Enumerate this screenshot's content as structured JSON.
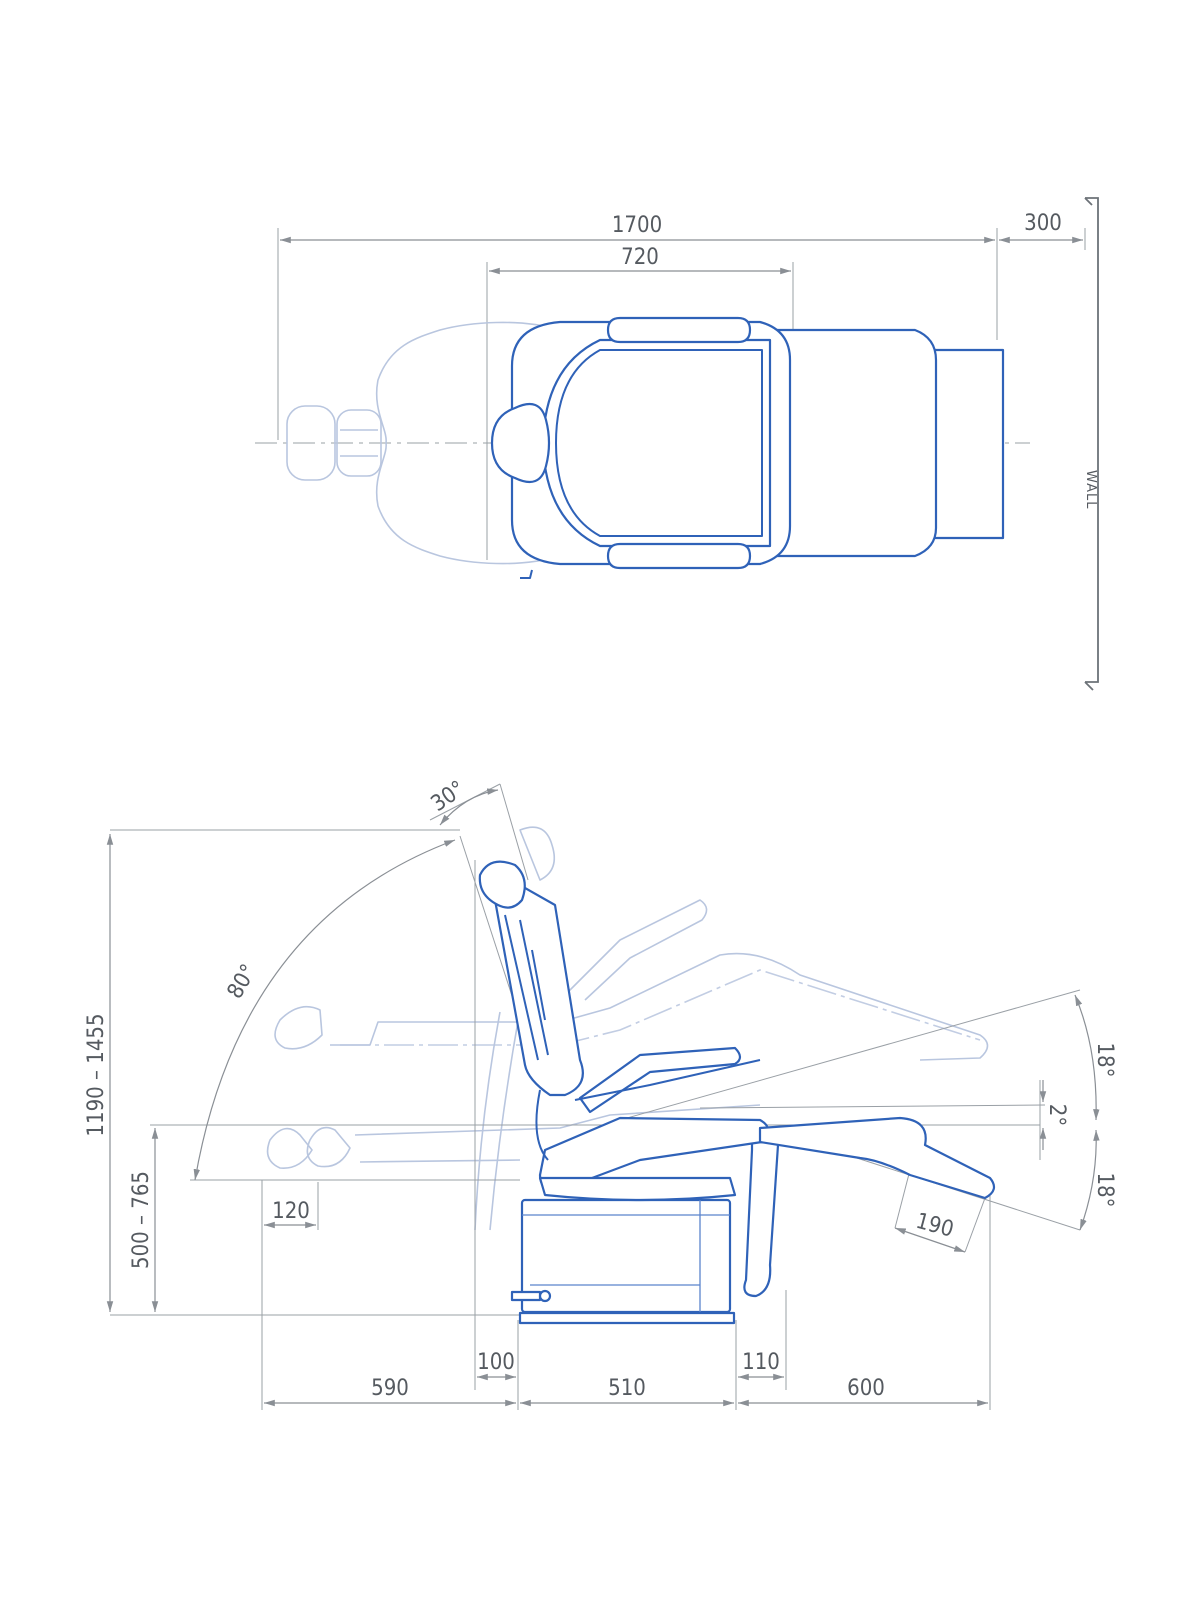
{
  "top_view": {
    "dim_overall": "1700",
    "dim_seat_width": "720",
    "dim_wall_clearance": "300",
    "wall_label": "WALL"
  },
  "side_view": {
    "angle_headrest": "30°",
    "angle_backrest": "80°",
    "angle_legrest_up": "18°",
    "angle_seat_tilt": "2°",
    "angle_legrest_down": "18°",
    "dim_total_height": "1190 – 1455",
    "dim_seat_height": "500 – 765",
    "dim_head_offset": "120",
    "dim_legrest_extension": "190",
    "dim_rear_reach": "590",
    "dim_back_offset": "100",
    "dim_base_width": "510",
    "dim_front_offset": "110",
    "dim_front_reach": "600"
  },
  "colors": {
    "chair_outline": "#2f62b8",
    "ghost_outline": "#b9c6df",
    "dimension_lines": "#8a8f95",
    "text": "#555a60"
  }
}
